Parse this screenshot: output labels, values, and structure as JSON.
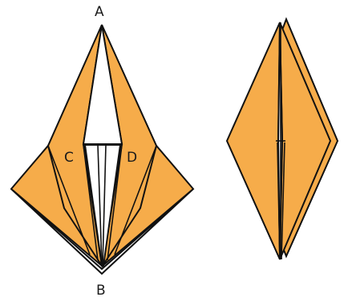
{
  "diagram": {
    "colors": {
      "paper": "#f6ac4a",
      "outline": "#111111",
      "background": "#ffffff"
    },
    "figures": [
      {
        "id": "left-figure",
        "labels": {
          "a": "A",
          "b": "B",
          "c": "C",
          "d": "D"
        }
      },
      {
        "id": "right-figure"
      }
    ]
  }
}
